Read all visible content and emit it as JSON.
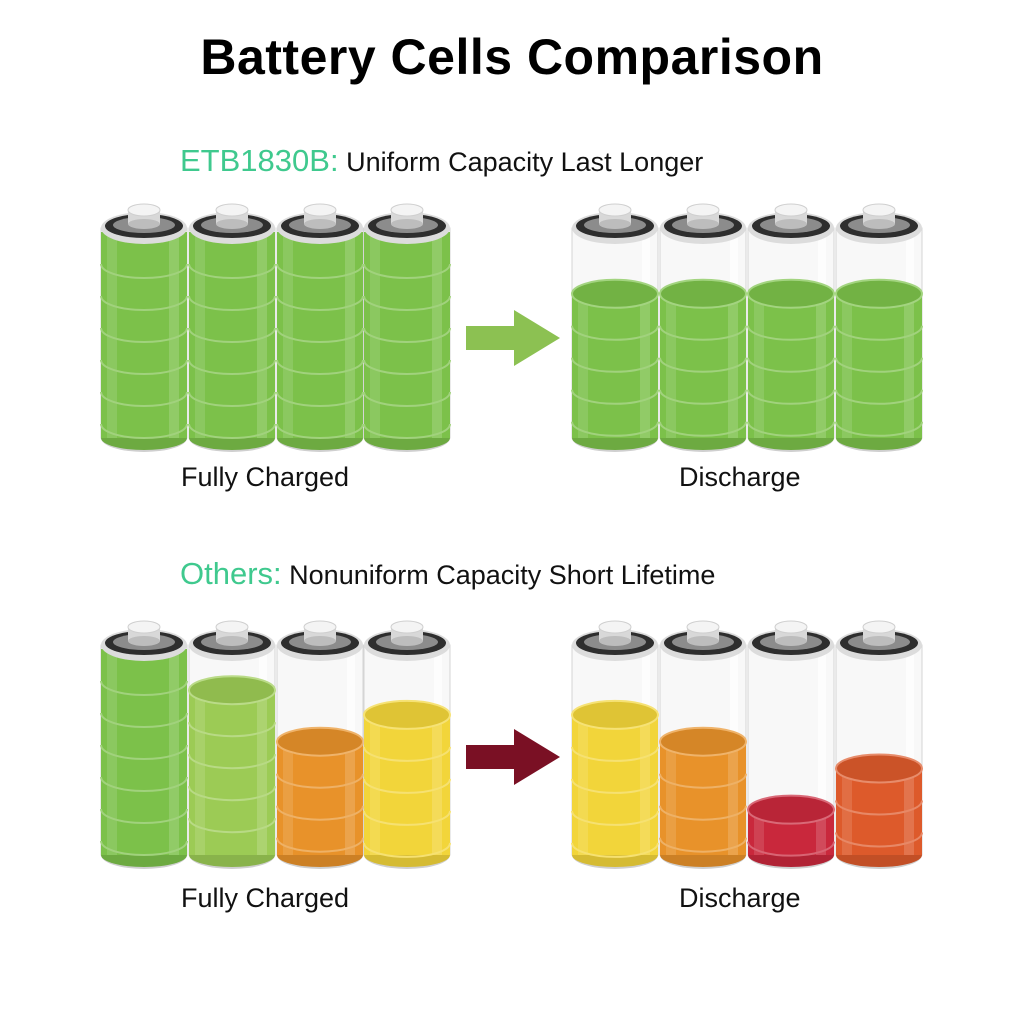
{
  "title": "Battery Cells Comparison",
  "sections": [
    {
      "brand": "ETB1830B",
      "separator": ":",
      "subtitle": " Uniform Capacity Last Longer",
      "left_caption": "Fully Charged",
      "right_caption": "Discharge",
      "arrow_color": "#8cc152",
      "charged_levels": [
        1.0,
        1.0,
        1.0,
        1.0
      ],
      "charged_colors": [
        "#7cc14a",
        "#7cc14a",
        "#7cc14a",
        "#7cc14a"
      ],
      "discharged_levels": [
        0.7,
        0.7,
        0.7,
        0.7
      ],
      "discharged_colors": [
        "#7cc14a",
        "#7cc14a",
        "#7cc14a",
        "#7cc14a"
      ]
    },
    {
      "brand": "Others",
      "separator": ":",
      "subtitle": " Nonuniform Capacity Short Lifetime",
      "left_caption": "Fully Charged",
      "right_caption": "Discharge",
      "arrow_color": "#7a1024",
      "charged_levels": [
        1.0,
        0.8,
        0.55,
        0.68
      ],
      "charged_colors": [
        "#7cc14a",
        "#9ccb55",
        "#e8922a",
        "#f2d53a"
      ],
      "discharged_levels": [
        0.68,
        0.55,
        0.22,
        0.42
      ],
      "discharged_colors": [
        "#f2d53a",
        "#e8922a",
        "#c9283c",
        "#dd5a2b"
      ]
    }
  ]
}
